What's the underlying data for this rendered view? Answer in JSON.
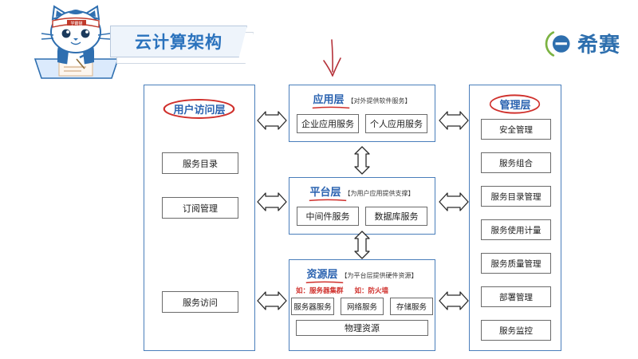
{
  "header": {
    "title": "云计算架构",
    "brand_name": "希赛",
    "brand_mark_icon": "circle-minus-logo-icon",
    "mascot_icon": "cat-mascot-icon",
    "mascot_headband_text": "学霸猫",
    "red_arrow_icon": "red-down-arrow-annotation-icon"
  },
  "colors": {
    "accent_blue": "#2a62b0",
    "panel_border": "#4a7ebb",
    "title_blue": "#2a72bd",
    "annotation_red": "#d0312d",
    "brand_blue": "#2e6fae",
    "brand_green": "#7cb342",
    "box_border": "#6b6b6b",
    "banner_fill": "#eef4fb"
  },
  "left_column": {
    "heading": "用户访问层",
    "heading_circled": true,
    "items": [
      {
        "label": "服务目录"
      },
      {
        "label": "订阅管理"
      },
      {
        "label": "服务访问"
      }
    ]
  },
  "middle_column": {
    "layers": [
      {
        "name": "应用层",
        "desc": "【对外提供软件服务】",
        "items": [
          {
            "label": "企业应用服务"
          },
          {
            "label": "个人应用服务"
          }
        ]
      },
      {
        "name": "平台层",
        "desc": "【为用户应用提供支撑】",
        "items": [
          {
            "label": "中间件服务"
          },
          {
            "label": "数据库服务"
          }
        ]
      },
      {
        "name": "资源层",
        "desc": "【为平台层提供硬件资源】",
        "notes": [
          {
            "label": "如：服务器集群"
          },
          {
            "label": "如：防火墙"
          }
        ],
        "items": [
          {
            "label": "服务器服务"
          },
          {
            "label": "网络服务"
          },
          {
            "label": "存储服务"
          }
        ],
        "footer_item": {
          "label": "物理资源"
        }
      }
    ],
    "vertical_connectors": [
      {
        "icon": "vertical-double-arrow-icon"
      },
      {
        "icon": "vertical-double-arrow-icon"
      }
    ]
  },
  "right_column": {
    "heading": "管理层",
    "heading_circled": true,
    "items": [
      {
        "label": "安全管理"
      },
      {
        "label": "服务组合"
      },
      {
        "label": "服务目录管理"
      },
      {
        "label": "服务使用计量"
      },
      {
        "label": "服务质量管理"
      },
      {
        "label": "部署管理"
      },
      {
        "label": "服务监控"
      }
    ]
  },
  "connectors": {
    "left_to_middle": [
      {
        "icon": "horizontal-double-arrow-icon"
      },
      {
        "icon": "horizontal-double-arrow-icon"
      },
      {
        "icon": "horizontal-double-arrow-icon"
      }
    ],
    "middle_to_right": [
      {
        "icon": "horizontal-double-arrow-icon"
      },
      {
        "icon": "horizontal-double-arrow-icon"
      },
      {
        "icon": "horizontal-double-arrow-icon"
      }
    ]
  }
}
